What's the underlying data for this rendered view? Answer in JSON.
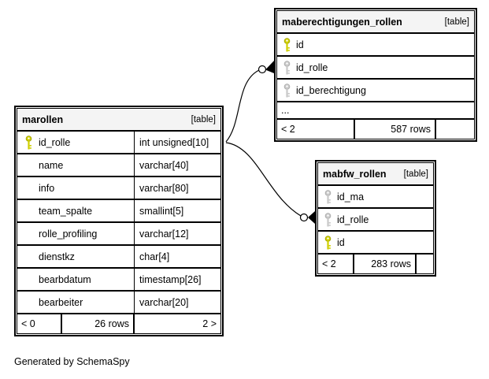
{
  "diagram": {
    "generator_note": "Generated by SchemaSpy",
    "relationships": [
      {
        "from": "marollen.id_rolle",
        "to": "maberechtigungen_rollen.id_rolle"
      },
      {
        "from": "marollen.id_rolle",
        "to": "mabfw_rollen.id_rolle"
      }
    ]
  },
  "colors": {
    "primary_key": "#cfcf00",
    "foreign_key": "#c9c9c9",
    "header_bg": "#f4f4f4",
    "border": "#000000"
  },
  "tables": {
    "marollen": {
      "name": "marollen",
      "badge": "[table]",
      "columns": [
        {
          "name": "id_rolle",
          "type": "int unsigned[10]",
          "key": "primary"
        },
        {
          "name": "name",
          "type": "varchar[40]",
          "key": "none"
        },
        {
          "name": "info",
          "type": "varchar[80]",
          "key": "none"
        },
        {
          "name": "team_spalte",
          "type": "smallint[5]",
          "key": "none"
        },
        {
          "name": "rolle_profiling",
          "type": "varchar[12]",
          "key": "none"
        },
        {
          "name": "dienstkz",
          "type": "char[4]",
          "key": "none"
        },
        {
          "name": "bearbdatum",
          "type": "timestamp[26]",
          "key": "none"
        },
        {
          "name": "bearbeiter",
          "type": "varchar[20]",
          "key": "none"
        }
      ],
      "footer": {
        "parents": "< 0",
        "rows": "26 rows",
        "children": "2 >"
      }
    },
    "maberechtigungen_rollen": {
      "name": "maberechtigungen_rollen",
      "badge": "[table]",
      "columns": [
        {
          "name": "id",
          "key": "primary"
        },
        {
          "name": "id_rolle",
          "key": "foreign"
        },
        {
          "name": "id_berechtigung",
          "key": "foreign"
        }
      ],
      "ellipsis": "...",
      "footer": {
        "parents": "< 2",
        "rows": "587 rows",
        "children": ""
      }
    },
    "mabfw_rollen": {
      "name": "mabfw_rollen",
      "badge": "[table]",
      "columns": [
        {
          "name": "id_ma",
          "key": "foreign"
        },
        {
          "name": "id_rolle",
          "key": "foreign"
        },
        {
          "name": "id",
          "key": "primary"
        }
      ],
      "footer": {
        "parents": "< 2",
        "rows": "283 rows",
        "children": ""
      }
    }
  }
}
